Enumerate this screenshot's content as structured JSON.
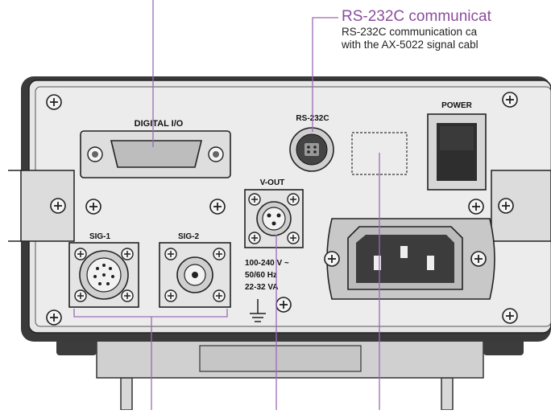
{
  "callout": {
    "title": "RS-232C communicat",
    "line1": "RS-232C communication ca",
    "line2": "with the AX-5022 signal cabl"
  },
  "labels": {
    "digital_io": "DIGITAL I/O",
    "rs232c": "RS-232C",
    "power": "POWER",
    "vout": "V-OUT",
    "sig1": "SIG-1",
    "sig2": "SIG-2",
    "voltage": "100-240 V ~",
    "frequency": "50/60 Hz",
    "power_rating": "22-32 VA"
  },
  "colors": {
    "leader_line": "#9b6bb5",
    "callout_title": "#8a4d9c",
    "panel_fill": "#e6e6e6",
    "frame_dark": "#3a3a3a"
  }
}
